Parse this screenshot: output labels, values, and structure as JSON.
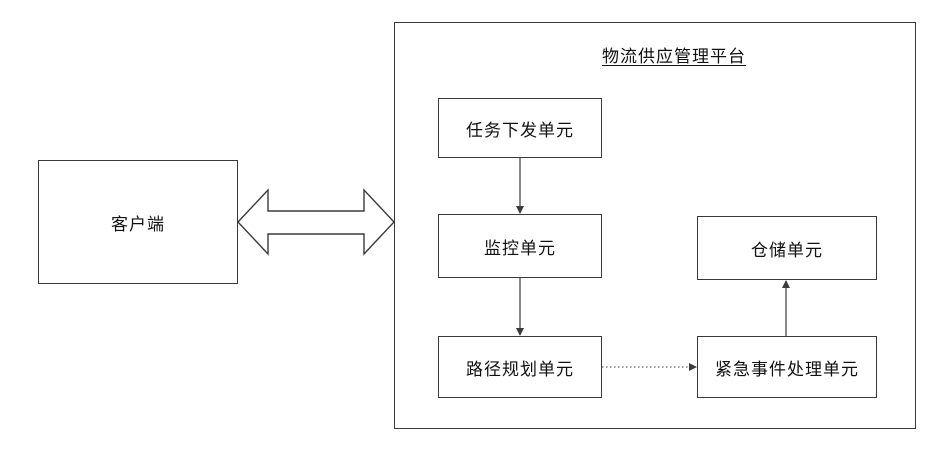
{
  "client": {
    "label": "客户端"
  },
  "platform": {
    "title": "物流供应管理平台",
    "units": {
      "task_dispatch": "任务下发单元",
      "monitoring": "监控单元",
      "route_planning": "路径规划单元",
      "emergency_handling": "紧急事件处理单元",
      "warehouse": "仓储单元"
    }
  },
  "connections": [
    {
      "from": "task_dispatch",
      "to": "monitoring",
      "style": "solid"
    },
    {
      "from": "monitoring",
      "to": "route_planning",
      "style": "solid"
    },
    {
      "from": "route_planning",
      "to": "emergency_handling",
      "style": "dotted"
    },
    {
      "from": "emergency_handling",
      "to": "warehouse",
      "style": "solid"
    },
    {
      "from": "client",
      "to": "platform",
      "style": "double-headed-block-arrow"
    }
  ],
  "colors": {
    "line": "#3a3a3a",
    "background": "#ffffff"
  }
}
